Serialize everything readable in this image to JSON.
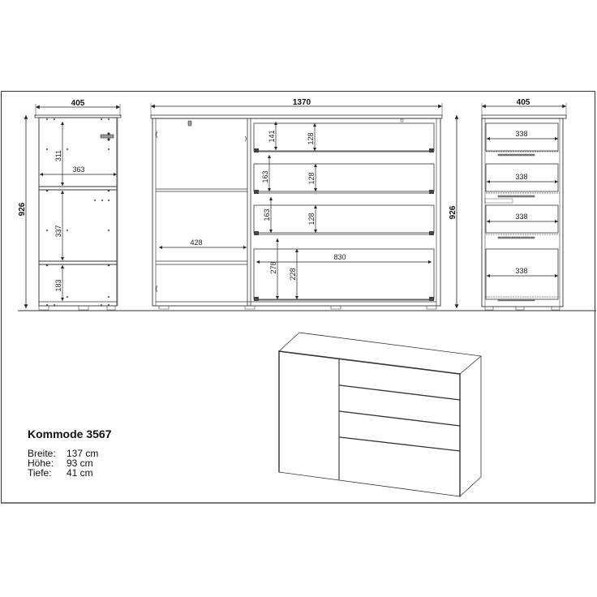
{
  "product": {
    "title": "Kommode 3567",
    "specs": [
      {
        "label": "Breite:",
        "value": "137 cm"
      },
      {
        "label": "Höhe:",
        "value": "93 cm"
      },
      {
        "label": "Tiefe:",
        "value": "41 cm"
      }
    ]
  },
  "views": {
    "left_side": {
      "width": "405",
      "height": "926",
      "inner_width": "363",
      "compartments": [
        "311",
        "337",
        "183"
      ]
    },
    "front": {
      "width": "1370",
      "height": "926",
      "door_inner_width": "428",
      "drawer_inner_width": "830",
      "drawer_spacing": [
        "141",
        "163",
        "163",
        "278"
      ],
      "drawer_heights": [
        "128",
        "128",
        "128",
        "228"
      ]
    },
    "right_side": {
      "width": "405",
      "drawer_depths": [
        "338",
        "338",
        "338",
        "338"
      ]
    }
  },
  "colors": {
    "line": "#333333",
    "frame_bottom": "#777777",
    "background": "#ffffff"
  }
}
